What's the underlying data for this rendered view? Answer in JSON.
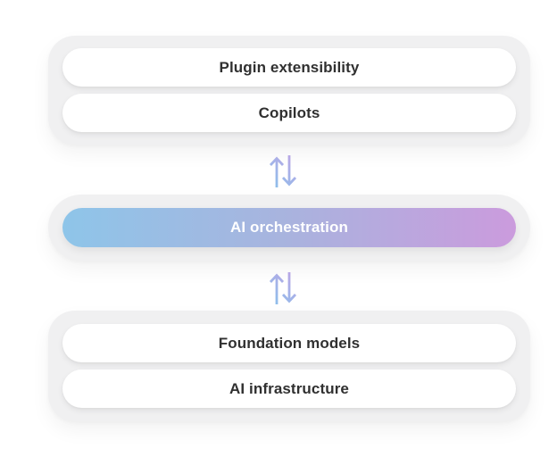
{
  "colors": {
    "canvas_bg": "#ffffff",
    "group_bg": "#f0f0f1",
    "node_bg": "#ffffff",
    "node_text": "#303030",
    "gradient_start": "#8ec5e9",
    "gradient_mid": "#a9b3de",
    "gradient_end": "#cb9bdd",
    "gradient_text": "#ffffff",
    "arrow_blue": "#85c3ec",
    "arrow_purple": "#c3a2e4"
  },
  "diagram": {
    "top_group": {
      "items": [
        {
          "label": "Plugin extensibility"
        },
        {
          "label": "Copilots"
        }
      ]
    },
    "middle_group": {
      "items": [
        {
          "label": "AI orchestration"
        }
      ]
    },
    "bottom_group": {
      "items": [
        {
          "label": "Foundation models"
        },
        {
          "label": "AI infrastructure"
        }
      ]
    },
    "connectors": [
      {
        "icon": "up-down-arrows-icon"
      },
      {
        "icon": "up-down-arrows-icon"
      }
    ]
  }
}
